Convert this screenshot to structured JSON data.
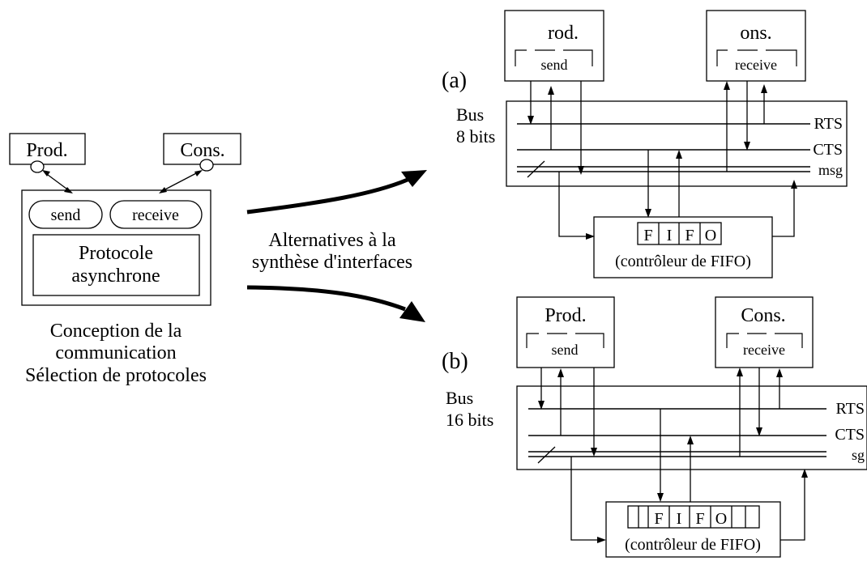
{
  "left": {
    "producer": "Prod.",
    "consumer": "Cons.",
    "send": "send",
    "receive": "receive",
    "protocol_line1": "Protocole",
    "protocol_line2": "asynchrone",
    "caption_line1": "Conception de la",
    "caption_line2": "communication",
    "caption_line3": "Sélection de protocoles"
  },
  "middle": {
    "line1": "Alternatives à la",
    "line2": "synthèse d'interfaces"
  },
  "alt_a": {
    "label": "(a)",
    "producer": "rod.",
    "consumer": "ons.",
    "send": "send",
    "receive": "receive",
    "bus_line1": "Bus",
    "bus_line2": "8 bits",
    "rts": "RTS",
    "cts": "CTS",
    "msg": "msg",
    "fifo": [
      "F",
      "I",
      "F",
      "O"
    ],
    "controller": "(contrôleur de FIFO)"
  },
  "alt_b": {
    "label": "(b)",
    "producer": "Prod.",
    "consumer": "Cons.",
    "send": "send",
    "receive": "receive",
    "bus_line1": "Bus",
    "bus_line2": "16 bits",
    "rts": "RTS",
    "cts": "CTS",
    "msg": "sg",
    "fifo": [
      "F",
      "I",
      "F",
      "O"
    ],
    "controller": "(contrôleur de FIFO)"
  }
}
